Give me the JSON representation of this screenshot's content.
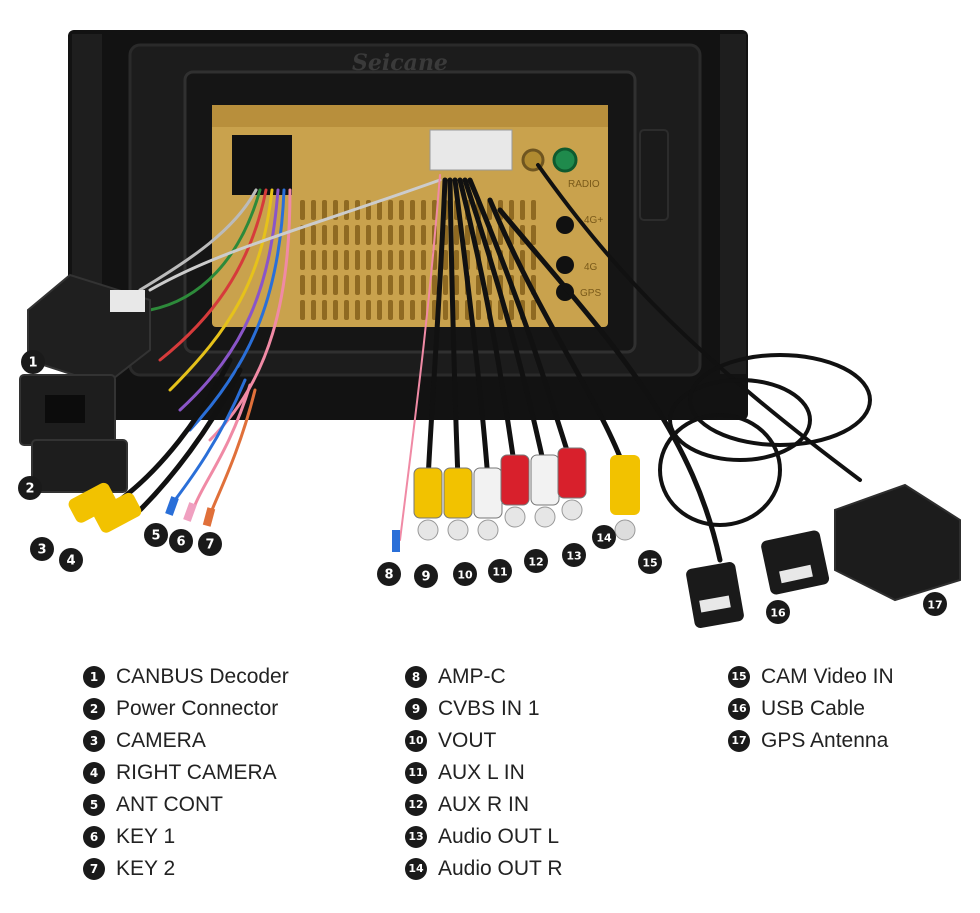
{
  "brand": "Seicane",
  "panel_labels": {
    "radio": "RADIO",
    "g4a": "4G+",
    "g4b": "4G",
    "gps": "GPS"
  },
  "colors": {
    "chassis": "#111111",
    "panel": "#c9a24d",
    "rca_yellow": "#f2c200",
    "rca_red": "#d8202c",
    "rca_white": "#f2f2f2"
  },
  "callouts": [
    "1",
    "2",
    "3",
    "4",
    "5",
    "6",
    "7",
    "8",
    "9",
    "10",
    "11",
    "12",
    "13",
    "14",
    "15",
    "16",
    "17"
  ],
  "legend": {
    "col1": [
      {
        "num": "1",
        "label": "CANBUS Decoder"
      },
      {
        "num": "2",
        "label": "Power Connector"
      },
      {
        "num": "3",
        "label": "CAMERA"
      },
      {
        "num": "4",
        "label": "RIGHT CAMERA"
      },
      {
        "num": "5",
        "label": "ANT CONT"
      },
      {
        "num": "6",
        "label": "KEY 1"
      },
      {
        "num": "7",
        "label": "KEY 2"
      }
    ],
    "col2": [
      {
        "num": "8",
        "label": "AMP-C"
      },
      {
        "num": "9",
        "label": "CVBS IN 1"
      },
      {
        "num": "10",
        "label": "VOUT"
      },
      {
        "num": "11",
        "label": "AUX L IN"
      },
      {
        "num": "12",
        "label": "AUX R IN"
      },
      {
        "num": "13",
        "label": "Audio OUT L"
      },
      {
        "num": "14",
        "label": "Audio OUT R"
      }
    ],
    "col3": [
      {
        "num": "15",
        "label": "CAM Video IN"
      },
      {
        "num": "16",
        "label": "USB Cable"
      },
      {
        "num": "17",
        "label": "GPS Antenna"
      }
    ]
  }
}
